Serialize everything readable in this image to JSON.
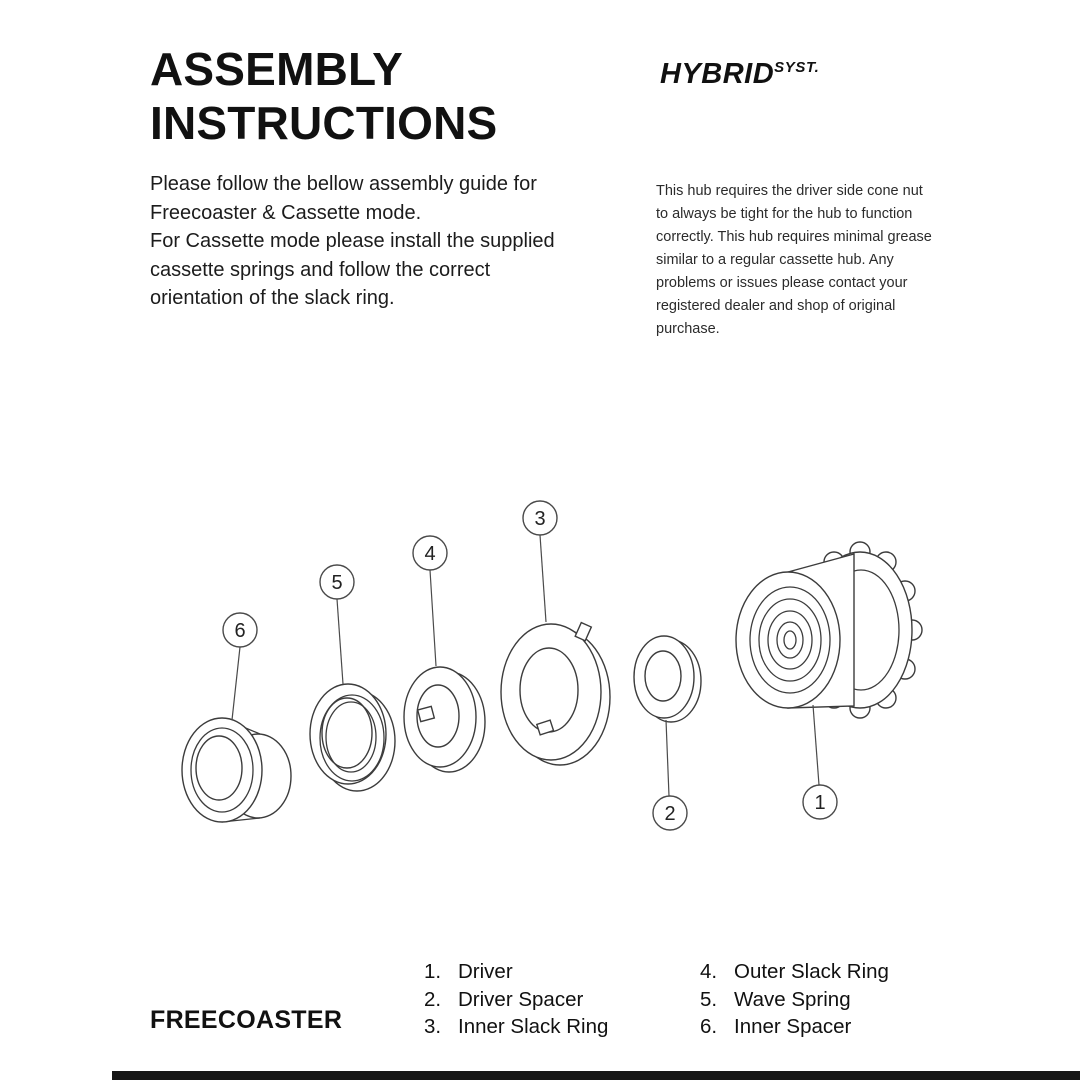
{
  "colors": {
    "ink": "#1a1a1a",
    "background": "#ffffff"
  },
  "header": {
    "title_line1": "ASSEMBLY",
    "title_line2": "INSTRUCTIONS",
    "brand": "HYBRID",
    "brand_suffix": "SYST."
  },
  "intro": {
    "p1": "Please follow the bellow assembly guide for Freecoaster & Cassette mode.",
    "p2": "For Cassette mode please install the supplied cassette springs and follow the correct orientation of the slack ring."
  },
  "side_note": "This hub requires the driver side cone nut to always be tight for the hub to function correctly. This hub requires minimal grease similar to a regular cassette hub. Any problems or issues please contact your registered dealer and shop of original purchase.",
  "diagram": {
    "callouts": [
      "1",
      "2",
      "3",
      "4",
      "5",
      "6"
    ]
  },
  "parts_list": {
    "column1": [
      {
        "num": "1.",
        "label": "Driver"
      },
      {
        "num": "2.",
        "label": "Driver Spacer"
      },
      {
        "num": "3.",
        "label": "Inner Slack Ring"
      }
    ],
    "column2": [
      {
        "num": "4.",
        "label": "Outer Slack Ring"
      },
      {
        "num": "5.",
        "label": "Wave Spring"
      },
      {
        "num": "6.",
        "label": "Inner Spacer"
      }
    ]
  },
  "footer": {
    "mode_label": "FREECOASTER"
  }
}
